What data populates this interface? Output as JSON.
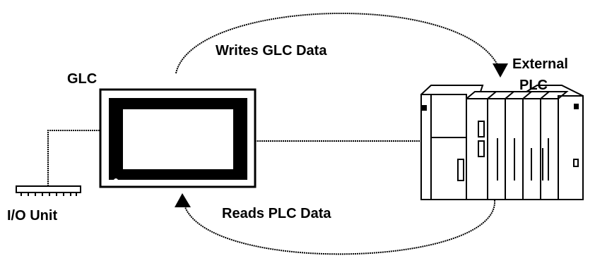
{
  "labels": {
    "glc": "GLC",
    "external_line1": "External",
    "external_line2": "PLC",
    "writes": "Writes GLC Data",
    "reads": "Reads PLC Data",
    "io_unit": "I/O Unit"
  },
  "colors": {
    "stroke": "#000000",
    "background": "#ffffff"
  }
}
